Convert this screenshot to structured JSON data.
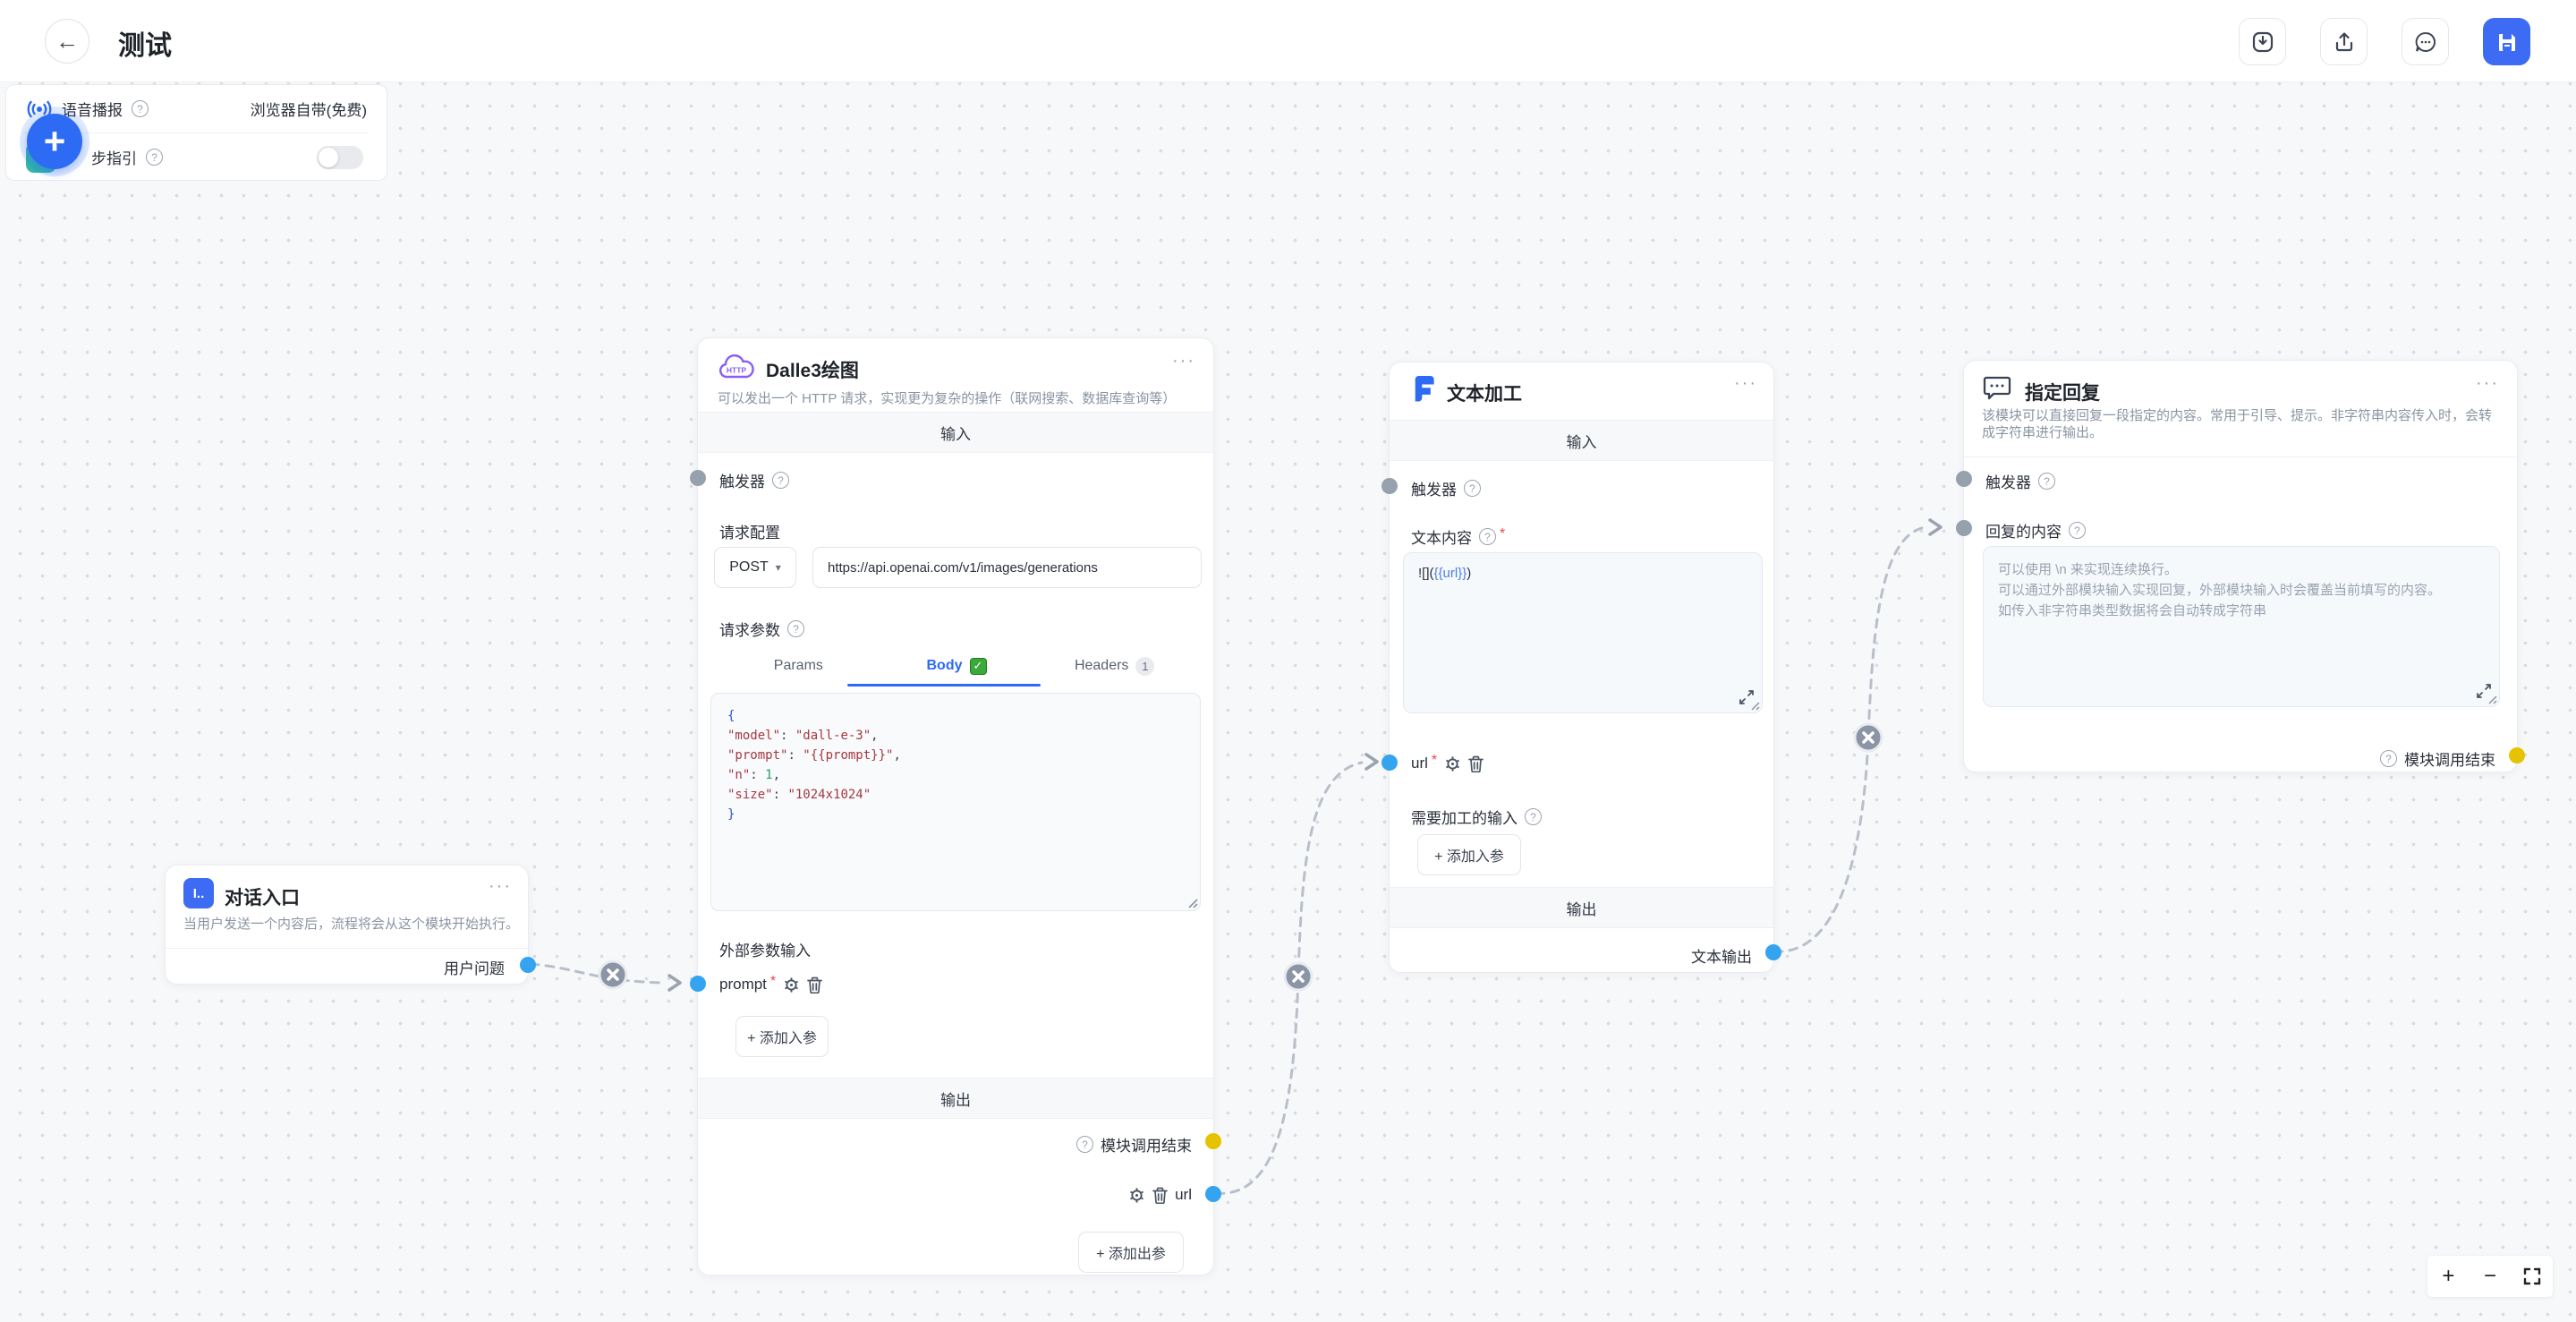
{
  "icons": {
    "more": "···",
    "question": "?",
    "back": "←",
    "chevron_down": "▾",
    "plus": "+",
    "minus": "−",
    "check": "✓"
  },
  "header": {
    "title": "测试"
  },
  "settings_panel": {
    "voice_label": "语音播报",
    "voice_value": "浏览器自带(免费)",
    "guide_label": "步指引"
  },
  "nodes": {
    "entry": {
      "icon_text": "I..",
      "title": "对话入口",
      "description": "当用户发送一个内容后，流程将会从这个模块开始执行。",
      "output_label": "用户问题"
    },
    "dalle3": {
      "icon_text": "HTTP",
      "title": "Dalle3绘图",
      "description": "可以发出一个 HTTP 请求，实现更为复杂的操作（联网搜索、数据库查询等）",
      "input_band": "输入",
      "trigger_label": "触发器",
      "request_config_label": "请求配置",
      "method": "POST",
      "url": "https://api.openai.com/v1/images/generations",
      "request_params_label": "请求参数",
      "tab_params": "Params",
      "tab_body": "Body",
      "tab_headers": "Headers",
      "headers_badge": "1",
      "code": [
        [
          [
            "{",
            "b"
          ]
        ],
        [
          [
            "    ",
            "p"
          ],
          [
            "\"model\"",
            "s"
          ],
          [
            ": ",
            "p"
          ],
          [
            "\"dall-e-3\"",
            "s"
          ],
          [
            ",",
            "p"
          ]
        ],
        [
          [
            "    ",
            "p"
          ],
          [
            "\"prompt\"",
            "s"
          ],
          [
            ": ",
            "p"
          ],
          [
            "\"{{prompt}}\"",
            "s"
          ],
          [
            ",",
            "p"
          ]
        ],
        [
          [
            "    ",
            "p"
          ],
          [
            "\"n\"",
            "s"
          ],
          [
            ": ",
            "p"
          ],
          [
            "1",
            "n"
          ],
          [
            ",",
            "p"
          ]
        ],
        [
          [
            "    ",
            "p"
          ],
          [
            "\"size\"",
            "s"
          ],
          [
            ": ",
            "p"
          ],
          [
            "\"1024x1024\"",
            "s"
          ]
        ],
        [
          [
            "  }",
            "b"
          ]
        ]
      ],
      "ext_params_label": "外部参数输入",
      "param_prompt": "prompt",
      "required": "*",
      "add_input_btn": "+  添加入参",
      "output_band": "输出",
      "module_end_label": "模块调用结束",
      "output_param": "url",
      "add_output_btn": "+  添加出参"
    },
    "text_process": {
      "title": "文本加工",
      "input_band": "输入",
      "trigger_label": "触发器",
      "content_label": "文本内容",
      "required": "*",
      "content_prefix": "![](",
      "content_var": "{{url}}",
      "content_suffix": ")",
      "param_url": "url",
      "process_input_label": "需要加工的输入",
      "add_input_btn": "+  添加入参",
      "output_band": "输出",
      "output_label": "文本输出"
    },
    "reply": {
      "title": "指定回复",
      "description": "该模块可以直接回复一段指定的内容。常用于引导、提示。非字符串内容传入时，会转成字符串进行输出。",
      "trigger_label": "触发器",
      "content_label": "回复的内容",
      "placeholder": "可以使用 \\n 来实现连续换行。\n可以通过外部模块输入实现回复，外部模块输入时会覆盖当前填写的内容。\n如传入非字符串类型数据将会自动转成字符串",
      "module_end_label": "模块调用结束"
    }
  }
}
